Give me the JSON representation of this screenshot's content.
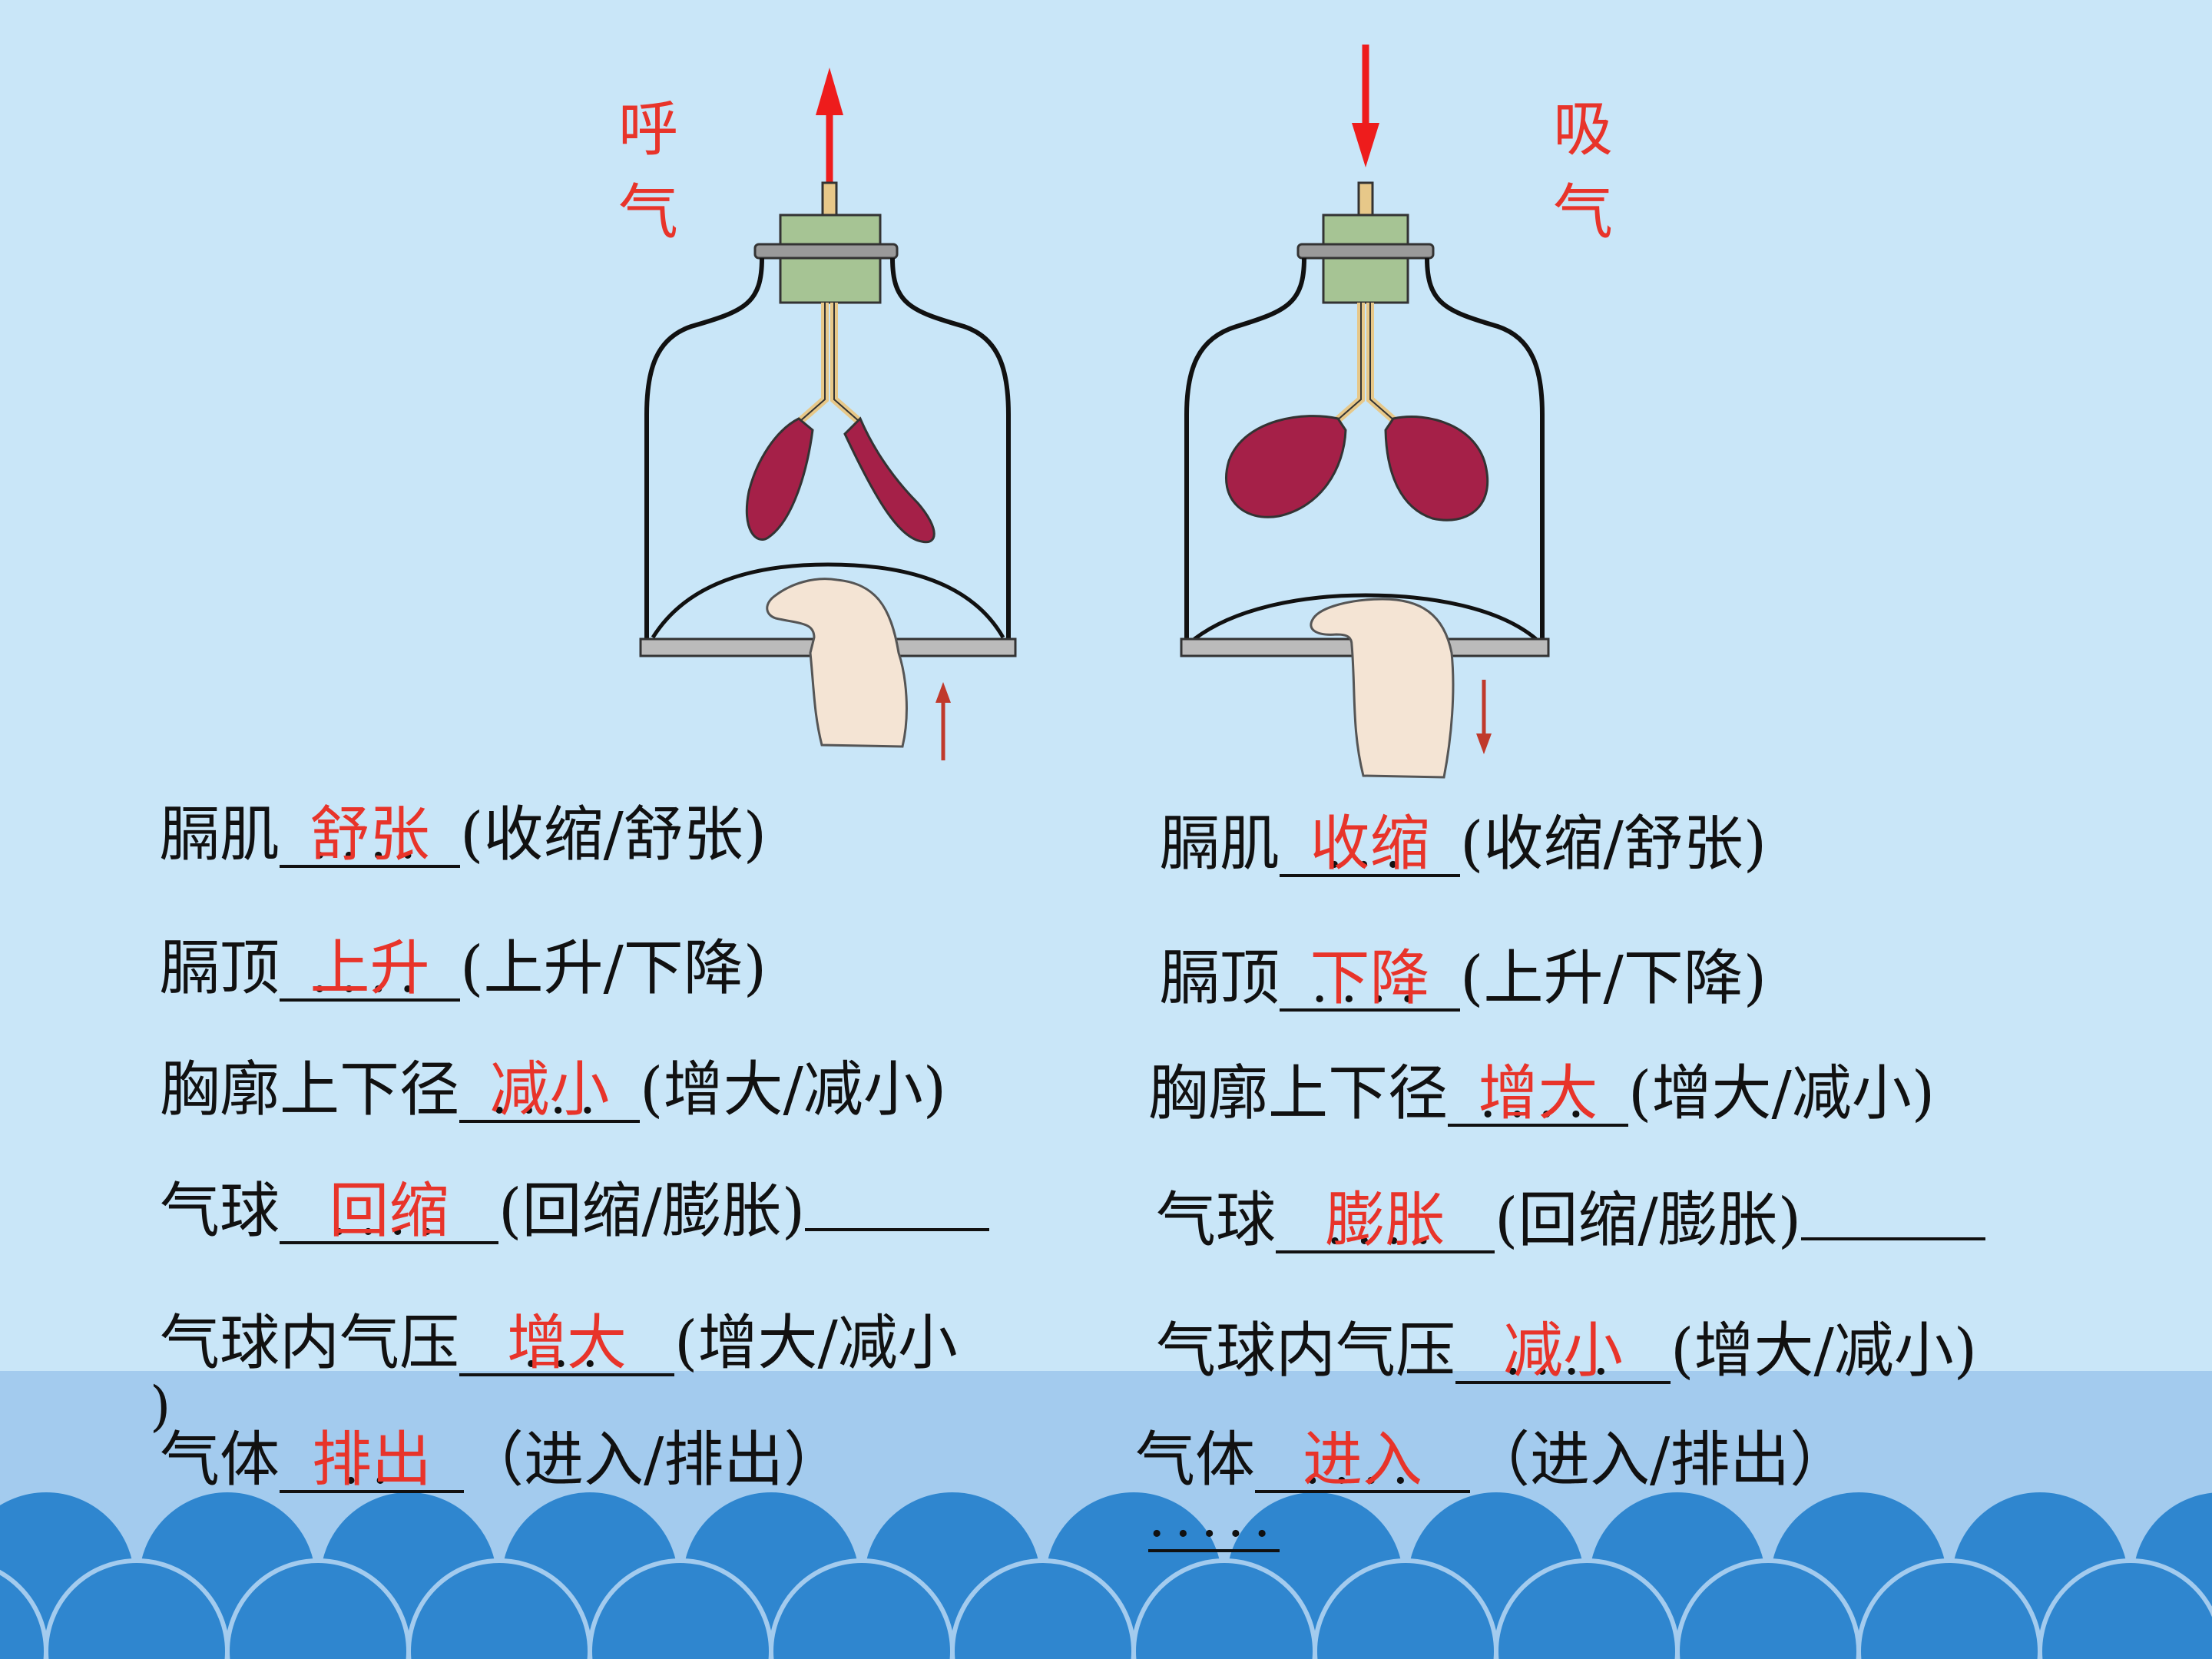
{
  "diagram": {
    "left_label_chars": [
      "呼",
      "气"
    ],
    "right_label_chars": [
      "吸",
      "气"
    ],
    "colors": {
      "lung": "#a52048",
      "arrow": "#ee1c1c",
      "stopper": "#a6c494",
      "hand": "#f4e4d4",
      "background": "#c9e6f8",
      "sea": "#a3cbee",
      "wave": "#2f86cf"
    },
    "icons": [
      "bell-jar",
      "balloon-lung",
      "hand",
      "up-arrow",
      "down-arrow"
    ]
  },
  "left": {
    "rows": [
      {
        "prefix": "膈肌",
        "answer": "舒张",
        "dots": "....",
        "options": "(收缩/舒张)"
      },
      {
        "prefix": "膈顶",
        "answer": "上升",
        "dots": "....",
        "options": "(上升/下降)"
      },
      {
        "prefix": "胸廓上下径",
        "answer": "减小",
        "dots": "....",
        "options": "(增大/减小)"
      },
      {
        "prefix": "气球",
        "answer": "回缩",
        "dots": "....",
        "options": "(回缩/膨胀)"
      },
      {
        "prefix": "气球内气压",
        "answer": "增大",
        "dots": "...",
        "options": "(增大/减小"
      },
      {
        "prefix": "气体",
        "answer": "排出",
        "dots": "..",
        "options": "（进入/排出）"
      }
    ],
    "stray_paren": ")"
  },
  "right": {
    "rows": [
      {
        "prefix": "膈肌",
        "answer": "收缩",
        "dots": "...",
        "options": "(收缩/舒张)"
      },
      {
        "prefix": "膈顶",
        "answer": "下降",
        "dots": "....",
        "options": "(上升/下降)"
      },
      {
        "prefix": "胸廓上下径",
        "answer": "增大",
        "dots": "....",
        "options": "(增大/减小)"
      },
      {
        "prefix": "气球",
        "answer": "膨胀",
        "dots": "....",
        "options": "(回缩/膨胀)"
      },
      {
        "prefix": "气球内气压",
        "answer": "减小",
        "dots": "....",
        "options": "(增大/减小)"
      },
      {
        "prefix": "气体",
        "answer": "进入",
        "dots": "....",
        "options": "（进入/排出）"
      }
    ],
    "stray_dots": "....."
  }
}
